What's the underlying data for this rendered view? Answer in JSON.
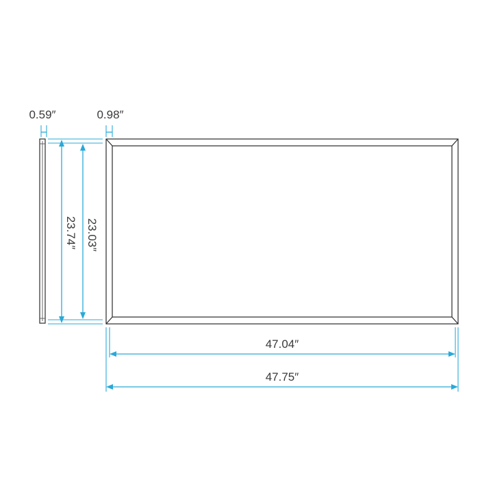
{
  "dimensions": {
    "side_depth_label": "0.59″",
    "frame_width_label": "0.98″",
    "outer_height_label": "23.74″",
    "inner_height_label": "23.03″",
    "inner_width_label": "47.04″",
    "outer_width_label": "47.75″"
  },
  "colors": {
    "dimension_line": "#29a9d8",
    "outline": "#2a2a2a",
    "text": "#3a3a3a"
  }
}
